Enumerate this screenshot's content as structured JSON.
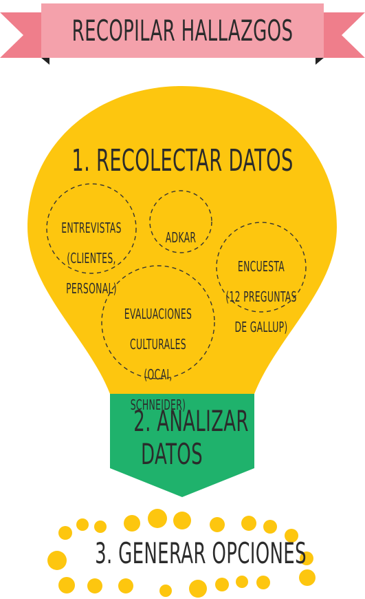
{
  "banner": {
    "title": "RECOPILAR HALLAZGOS"
  },
  "step1": {
    "title": "1. RECOLECTAR DATOS",
    "methods": [
      {
        "id": "entrevistas",
        "lines": [
          "ENTREVISTAS",
          "(CLIENTES,",
          "PERSONAL)"
        ]
      },
      {
        "id": "adkar",
        "lines": [
          "ADKAR"
        ]
      },
      {
        "id": "encuesta",
        "lines": [
          "ENCUESTA",
          "(12 PREGUNTAS",
          "DE GALLUP)"
        ]
      },
      {
        "id": "evaluaciones",
        "lines": [
          "EVALUACIONES",
          "CULTURALES",
          "(OCAI,",
          "SCHNEIDER)"
        ]
      }
    ]
  },
  "step2": {
    "line1": "2. ANALIZAR",
    "line2": "DATOS"
  },
  "step3": {
    "title": "3. GENERAR OPCIONES"
  },
  "colors": {
    "banner": "#f4a1ab",
    "banner_tails": "#ef7e8b",
    "bulb": "#fdc60f",
    "base": "#1fb26c",
    "dots": "#fdc60f",
    "text": "#2b2b2b"
  }
}
